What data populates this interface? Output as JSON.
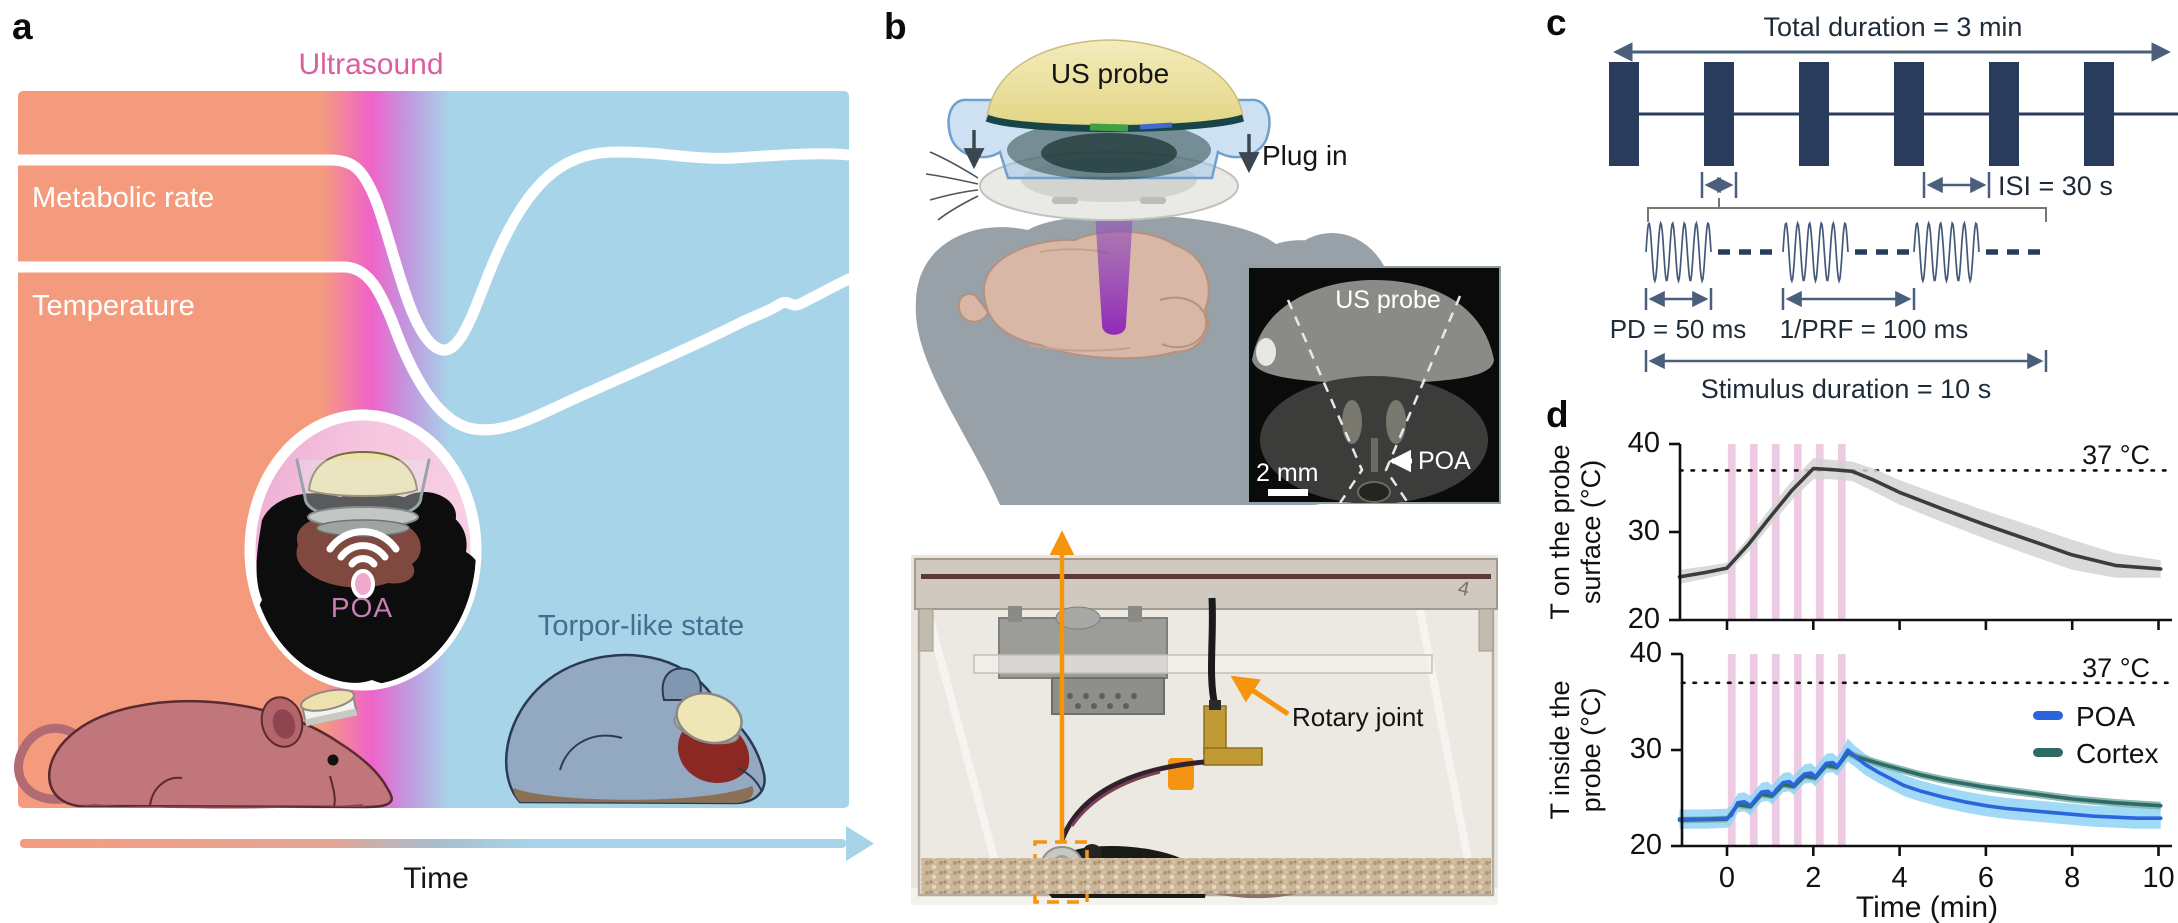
{
  "panel_a": {
    "label": "a",
    "ultrasound": "Ultrasound",
    "metabolic": "Metabolic rate",
    "temperature": "Temperature",
    "poa": "POA",
    "torpor": "Torpor-like state",
    "time": "Time",
    "colors": {
      "awake_bg": "#F49B7D",
      "stim_band": "#F063C9",
      "torpor_bg": "#A7D4E9",
      "ultrasound_text": "#DB5F9E",
      "torpor_text": "#40708F",
      "poa_text": "#C77FB4"
    }
  },
  "panel_b": {
    "label": "b",
    "us_probe": "US probe",
    "plug_in": "Plug in",
    "mri": {
      "us_probe": "US probe",
      "poa": "POA",
      "scale_bar": "2 mm"
    },
    "rotary_joint": "Rotary joint",
    "cage_sticker": "4"
  },
  "panel_c": {
    "label": "c",
    "total_duration": "Total duration = 3 min",
    "isi": "ISI = 30 s",
    "pd": "PD = 50 ms",
    "prf": "1/PRF = 100 ms",
    "stimulus": "Stimulus duration = 10 s",
    "pulse_count": 6,
    "pulse_color": "#2A3C5C",
    "arrow_color": "#4A5F7C"
  },
  "panel_d": {
    "label": "d"
  },
  "chart_data": [
    {
      "type": "line",
      "ylabel": "T on the probe surface (°C)",
      "ylabel_lines": [
        "T on the probe",
        "surface (°C)"
      ],
      "xlabel": "",
      "xlim": [
        -1.1,
        10.15
      ],
      "ylim": [
        20,
        40
      ],
      "yticks": [
        40,
        30,
        20
      ],
      "xticks": [
        0,
        2,
        4,
        6,
        8,
        10
      ],
      "show_xtick_labels": false,
      "grid": false,
      "reference_line": {
        "value": 37,
        "label": "37 °C",
        "style": "dotted"
      },
      "stim_bars": {
        "x_starts": [
          0.02,
          0.53,
          1.04,
          1.55,
          2.06,
          2.57
        ],
        "width": 0.18,
        "color": "#EDCBE2"
      },
      "series": [
        {
          "name": "Probe surface temperature",
          "color": "#3C3C3C",
          "band_color": "#D4D4D4",
          "points": [
            [
              -1.1,
              24.9,
              0.8
            ],
            [
              -0.5,
              25.4,
              0.7
            ],
            [
              0,
              25.9,
              0.6
            ],
            [
              0.5,
              28.6,
              0.8
            ],
            [
              1,
              31.7,
              1.0
            ],
            [
              1.5,
              34.7,
              1.1
            ],
            [
              2,
              37.2,
              1.2
            ],
            [
              2.4,
              37.1,
              1.1
            ],
            [
              2.9,
              36.9,
              1.1
            ],
            [
              3.4,
              35.9,
              1.3
            ],
            [
              4,
              34.5,
              1.4
            ],
            [
              5,
              32.6,
              1.5
            ],
            [
              6,
              30.8,
              1.6
            ],
            [
              7,
              29.1,
              1.7
            ],
            [
              8,
              27.4,
              1.7
            ],
            [
              9,
              26.2,
              1.4
            ],
            [
              10.05,
              25.8,
              1.0
            ]
          ]
        }
      ]
    },
    {
      "type": "line",
      "ylabel": "T inside the probe (°C)",
      "ylabel_lines": [
        "T inside the",
        "probe (°C)"
      ],
      "xlabel": "Time (min)",
      "xlim": [
        -1.1,
        10.15
      ],
      "ylim": [
        20,
        40
      ],
      "yticks": [
        40,
        30,
        20
      ],
      "xticks": [
        0,
        2,
        4,
        6,
        8,
        10
      ],
      "show_xtick_labels": true,
      "grid": false,
      "reference_line": {
        "value": 37,
        "label": "37 °C",
        "style": "dotted"
      },
      "stim_bars": {
        "x_starts": [
          0.02,
          0.53,
          1.04,
          1.55,
          2.06,
          2.57
        ],
        "width": 0.18,
        "color": "#EDCBE2"
      },
      "legend": [
        {
          "label": "POA",
          "color": "#2B65DE"
        },
        {
          "label": "Cortex",
          "color": "#2F6B66"
        }
      ],
      "series": [
        {
          "name": "POA",
          "color": "#2B65DE",
          "band_color": "#8FD3F4",
          "points": [
            [
              -1.1,
              22.8,
              1.0
            ],
            [
              -0.5,
              22.8,
              1.0
            ],
            [
              0,
              22.9,
              1.0
            ],
            [
              0.1,
              23.2,
              1.0
            ],
            [
              0.25,
              24.5,
              1.0
            ],
            [
              0.4,
              24.6,
              1.0
            ],
            [
              0.55,
              24.2,
              1.0
            ],
            [
              0.65,
              24.8,
              1.0
            ],
            [
              0.8,
              25.6,
              1.0
            ],
            [
              0.95,
              25.7,
              1.0
            ],
            [
              1.05,
              25.3,
              1.0
            ],
            [
              1.15,
              25.9,
              1.0
            ],
            [
              1.3,
              26.6,
              1.0
            ],
            [
              1.45,
              26.7,
              1.0
            ],
            [
              1.55,
              26.3,
              1.0
            ],
            [
              1.65,
              26.9,
              1.0
            ],
            [
              1.8,
              27.5,
              1.0
            ],
            [
              1.95,
              27.6,
              1.0
            ],
            [
              2.05,
              27.2,
              1.0
            ],
            [
              2.15,
              27.8,
              1.0
            ],
            [
              2.3,
              28.6,
              1.0
            ],
            [
              2.45,
              28.7,
              1.0
            ],
            [
              2.55,
              28.3,
              1.0
            ],
            [
              2.65,
              28.9,
              1.0
            ],
            [
              2.8,
              30.0,
              1.2
            ],
            [
              2.95,
              29.4,
              1.1
            ],
            [
              3.2,
              28.5,
              1.1
            ],
            [
              3.5,
              27.7,
              1.1
            ],
            [
              3.8,
              27.0,
              1.1
            ],
            [
              4.1,
              26.3,
              1.1
            ],
            [
              4.5,
              25.7,
              1.1
            ],
            [
              5,
              25.1,
              1.1
            ],
            [
              5.5,
              24.6,
              1.1
            ],
            [
              6,
              24.2,
              1.1
            ],
            [
              6.5,
              23.9,
              1.1
            ],
            [
              7,
              23.7,
              1.1
            ],
            [
              7.5,
              23.5,
              1.1
            ],
            [
              8,
              23.3,
              1.1
            ],
            [
              8.5,
              23.1,
              1.1
            ],
            [
              9,
              23.0,
              1.1
            ],
            [
              9.5,
              22.9,
              1.1
            ],
            [
              10.05,
              22.9,
              1.1
            ]
          ]
        },
        {
          "name": "Cortex",
          "color": "#2F6B66",
          "band_color": "#79ADA6",
          "points": [
            [
              -1.1,
              22.7,
              0.35
            ],
            [
              0,
              22.8,
              0.35
            ],
            [
              0.25,
              24.3,
              0.35
            ],
            [
              0.55,
              24.1,
              0.35
            ],
            [
              0.8,
              25.4,
              0.35
            ],
            [
              1.05,
              25.2,
              0.35
            ],
            [
              1.3,
              26.4,
              0.35
            ],
            [
              1.55,
              26.2,
              0.35
            ],
            [
              1.8,
              27.3,
              0.35
            ],
            [
              2.05,
              27.1,
              0.35
            ],
            [
              2.3,
              28.4,
              0.35
            ],
            [
              2.55,
              28.2,
              0.35
            ],
            [
              2.8,
              29.7,
              0.4
            ],
            [
              3.0,
              29.3,
              0.4
            ],
            [
              3.3,
              28.9,
              0.4
            ],
            [
              3.6,
              28.5,
              0.4
            ],
            [
              4,
              28.0,
              0.4
            ],
            [
              4.5,
              27.4,
              0.4
            ],
            [
              5,
              26.9,
              0.4
            ],
            [
              5.5,
              26.5,
              0.4
            ],
            [
              6,
              26.1,
              0.4
            ],
            [
              6.5,
              25.8,
              0.4
            ],
            [
              7,
              25.5,
              0.4
            ],
            [
              7.5,
              25.2,
              0.4
            ],
            [
              8,
              24.9,
              0.4
            ],
            [
              8.5,
              24.7,
              0.4
            ],
            [
              9,
              24.5,
              0.4
            ],
            [
              9.5,
              24.35,
              0.4
            ],
            [
              10.05,
              24.2,
              0.4
            ]
          ]
        }
      ]
    }
  ]
}
